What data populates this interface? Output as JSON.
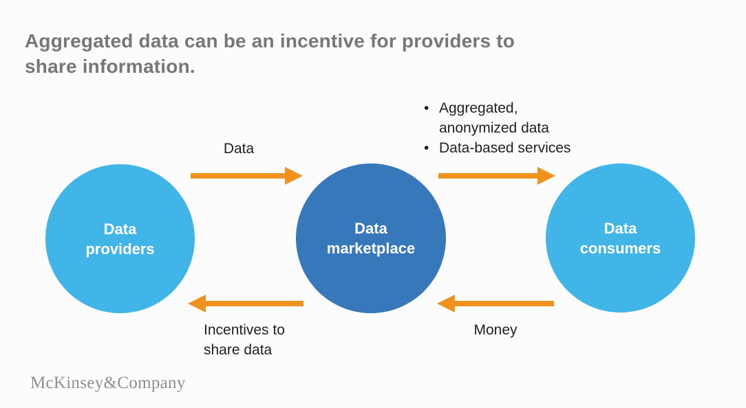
{
  "title": {
    "line1": "Aggregated data can be an incentive for providers to",
    "line2": "share information."
  },
  "colors": {
    "light_blue": "#41b4e8",
    "dark_blue": "#3778bb",
    "orange": "#f0921f",
    "title_gray": "#77777b",
    "body_text": "#1f1f1f",
    "logo_gray": "#8f8f93",
    "background": "#fcfcfc"
  },
  "nodes": [
    {
      "id": "providers",
      "line1": "Data",
      "line2": "providers"
    },
    {
      "id": "marketplace",
      "line1": "Data",
      "line2": "marketplace"
    },
    {
      "id": "consumers",
      "line1": "Data",
      "line2": "consumers"
    }
  ],
  "flows": {
    "providers_to_marketplace": {
      "label": "Data"
    },
    "marketplace_to_consumers": {
      "bullet1_line1": "Aggregated,",
      "bullet1_line2": "anonymized data",
      "bullet2": "Data-based services"
    },
    "marketplace_to_providers": {
      "line1": "Incentives to",
      "line2": "share data"
    },
    "consumers_to_marketplace": {
      "label": "Money"
    }
  },
  "footer": {
    "logo": "McKinsey&Company"
  }
}
